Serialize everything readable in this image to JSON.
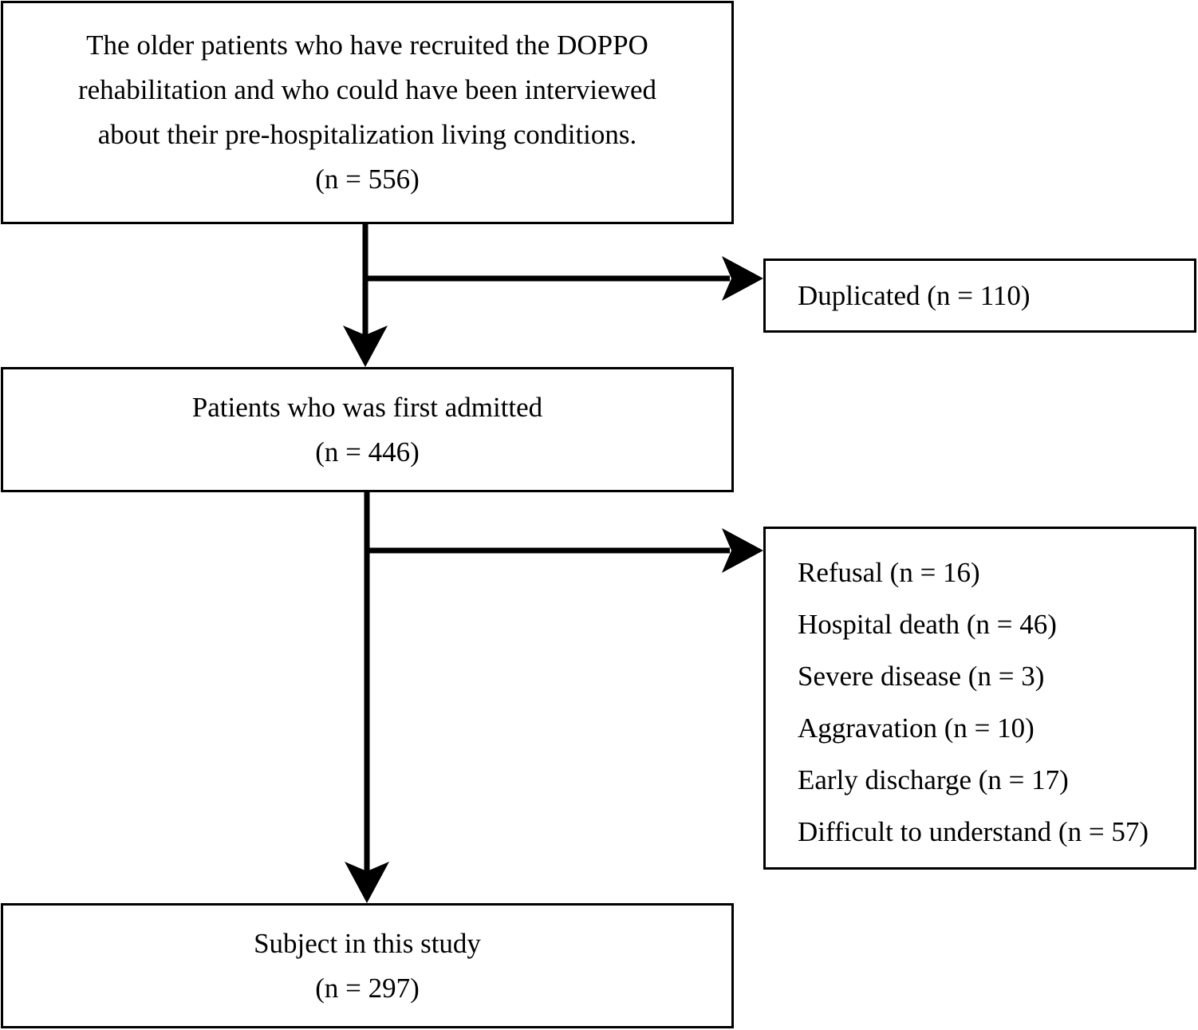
{
  "initial": {
    "lines": [
      "The older patients who have recruited the DOPPO",
      "rehabilitation and who could have been interviewed",
      "about their pre-hospitalization living conditions."
    ],
    "count": "(n = 556)"
  },
  "duplicated": {
    "label": "Duplicated (n = 110)"
  },
  "first_admitted": {
    "label": "Patients who was first admitted",
    "count": "(n = 446)"
  },
  "excluded": {
    "items": [
      "Refusal (n = 16)",
      "Hospital death (n = 46)",
      "Severe disease (n = 3)",
      "Aggravation (n = 10)",
      "Early discharge (n = 17)",
      "Difficult to understand (n = 57)"
    ]
  },
  "subject": {
    "label": "Subject in this study",
    "count": "(n = 297)"
  }
}
